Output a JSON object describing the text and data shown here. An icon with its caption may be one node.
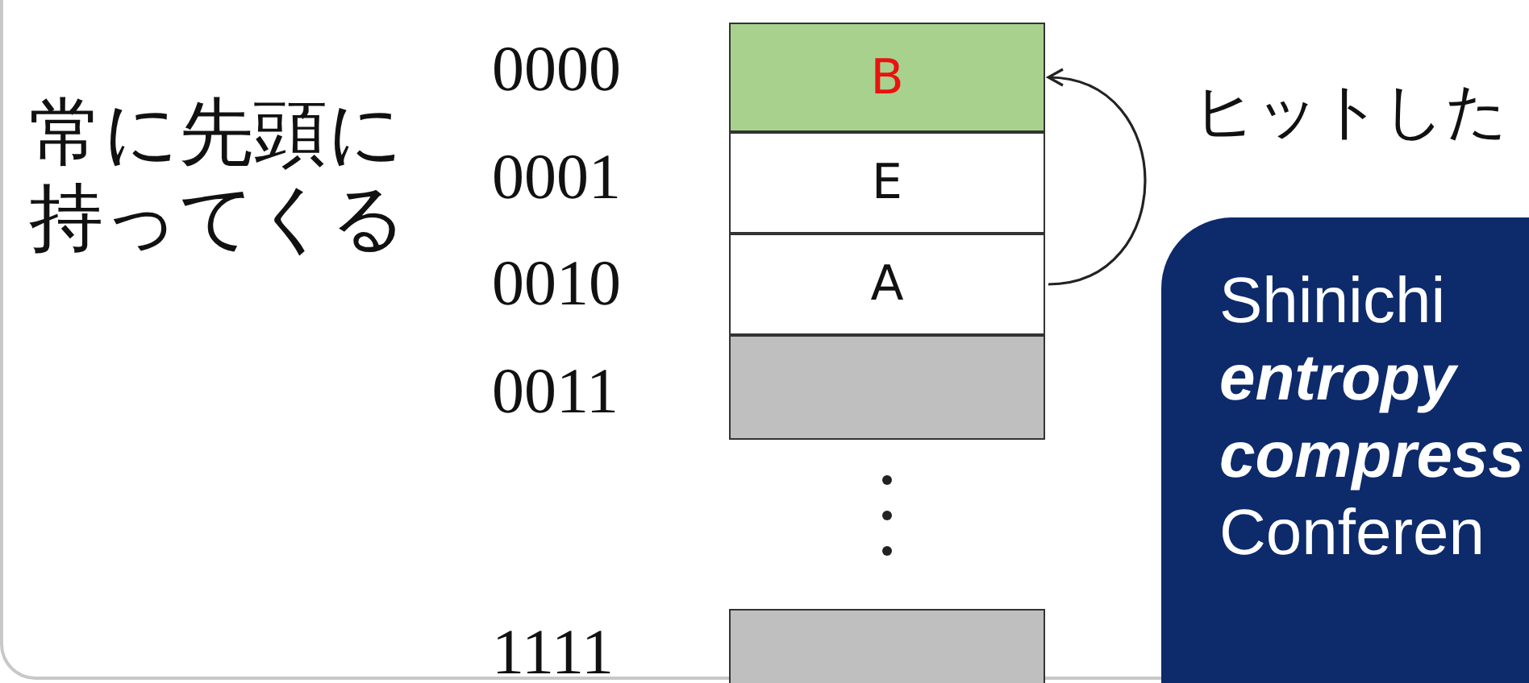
{
  "diagram": {
    "nodes": [
      {
        "text": [
          "B"
        ]
      },
      {
        "text": [
          "E"
        ]
      },
      {
        "text": [
          "A"
        ]
      },
      {
        "text": [],
        "shape": "box"
      },
      {
        "text": [],
        "shape": "box"
      },
      {
        "text": [
          "Shinichi **entropy** **compress** Conferen"
        ]
      }
    ],
    "edges": [
      {
        "from": 2,
        "to": 0,
        "arrow": "to"
      }
    ],
    "labels": [
      "0000",
      "ヒットした",
      "常に先頭に持ってくる",
      "0001",
      "0010",
      "0011",
      "1111"
    ]
  }
}
